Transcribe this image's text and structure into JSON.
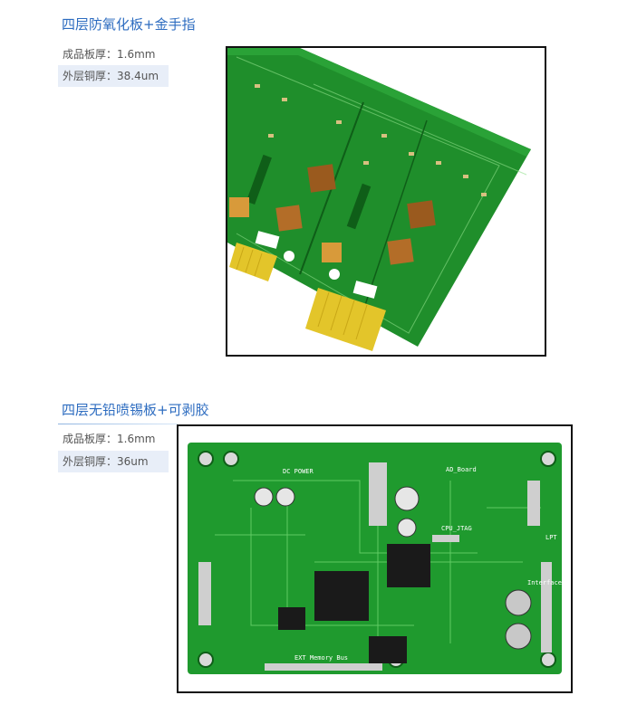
{
  "sections": [
    {
      "title": "四层防氧化板+金手指",
      "specs": [
        {
          "label": "成品板厚：",
          "value": "1.6mm"
        },
        {
          "label": "外层铜厚：",
          "value": "38.4um"
        }
      ],
      "image_icon": "pcb-gold-finger-photo"
    },
    {
      "title": "四层无铅喷锡板+可剥胶",
      "specs": [
        {
          "label": "成品板厚：",
          "value": "1.6mm"
        },
        {
          "label": "外层铜厚：",
          "value": "36um"
        }
      ],
      "image_icon": "pcb-hasl-board-photo",
      "board_labels": {
        "dc_power": "DC POWER",
        "cpu_jtag": "CPU_JTAG",
        "ad_board": "AD_Board",
        "memory_bus": "EXT Memory Bus",
        "lpt": "LPT",
        "interface": "Interface"
      }
    }
  ],
  "colors": {
    "title": "#2d6cc0",
    "spec_text": "#555555",
    "spec_highlight": "#e8eef8",
    "pcb_green": "#1f8e2b",
    "pcb_dark": "#0f5e18",
    "gold": "#e3c52a",
    "copper": "#d89a3a"
  }
}
